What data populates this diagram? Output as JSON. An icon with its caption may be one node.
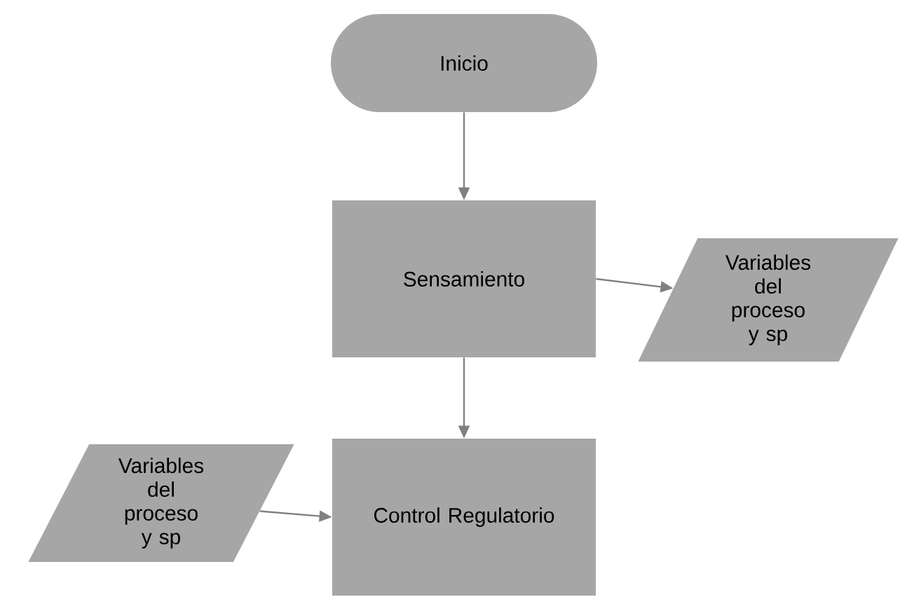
{
  "diagram": {
    "nodes": [
      {
        "text": [
          "Inicio"
        ]
      },
      {
        "text": [
          "Sensamiento"
        ]
      },
      {
        "text": [
          "Variables del proceso y sp"
        ]
      },
      {
        "text": [
          "Variables del proceso y sp"
        ]
      },
      {
        "text": [
          "Control Regulatorio"
        ]
      }
    ],
    "edges": [
      {
        "from": 0,
        "to": 1,
        "arrow": "to"
      },
      {
        "from": 1,
        "to": 2,
        "arrow": "to"
      },
      {
        "from": 1,
        "to": 4,
        "arrow": "to"
      },
      {
        "from": 3,
        "to": 4,
        "arrow": "to"
      }
    ]
  }
}
